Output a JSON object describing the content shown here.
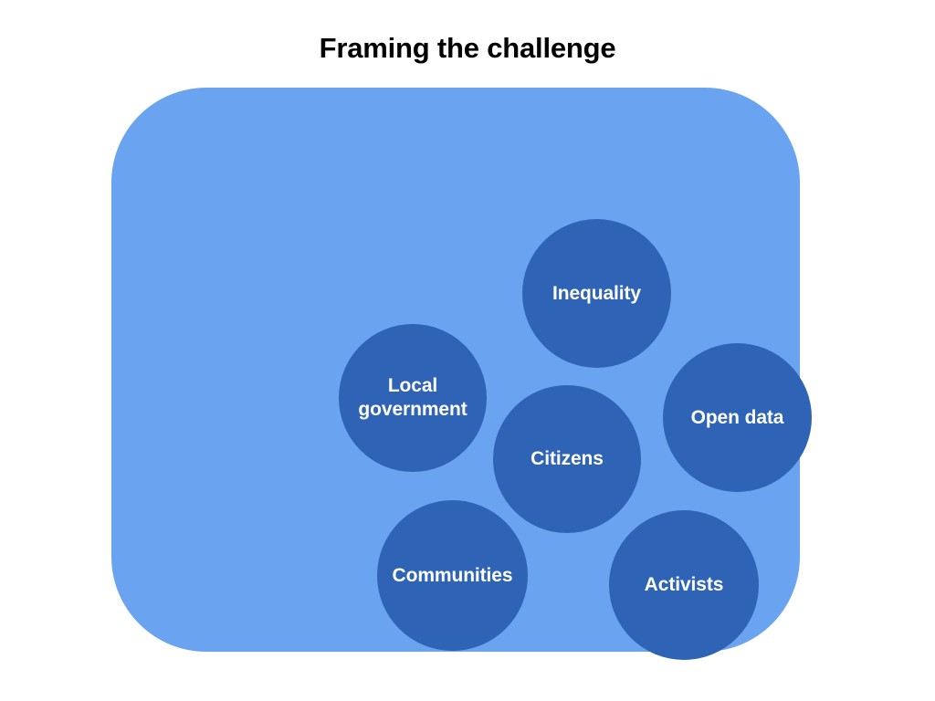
{
  "slide": {
    "title": "Framing the challenge",
    "background_color": "#ffffff",
    "title_color": "#000000"
  },
  "container": {
    "name": "rounded-rectangle",
    "fill_color": "#6aa4f0"
  },
  "diagram": {
    "type": "bubble-cluster",
    "bubble_fill_color": "#2e63b5",
    "bubble_label_color": "#ffffff",
    "bubbles": [
      {
        "id": "inequality",
        "label": "Inequality",
        "position": "top-center"
      },
      {
        "id": "local-government",
        "label": "Local government",
        "position": "left"
      },
      {
        "id": "open-data",
        "label": "Open data",
        "position": "right"
      },
      {
        "id": "citizens",
        "label": "Citizens",
        "position": "center"
      },
      {
        "id": "communities",
        "label": "Communities",
        "position": "bottom-left"
      },
      {
        "id": "activists",
        "label": "Activists",
        "position": "bottom-right"
      }
    ]
  }
}
